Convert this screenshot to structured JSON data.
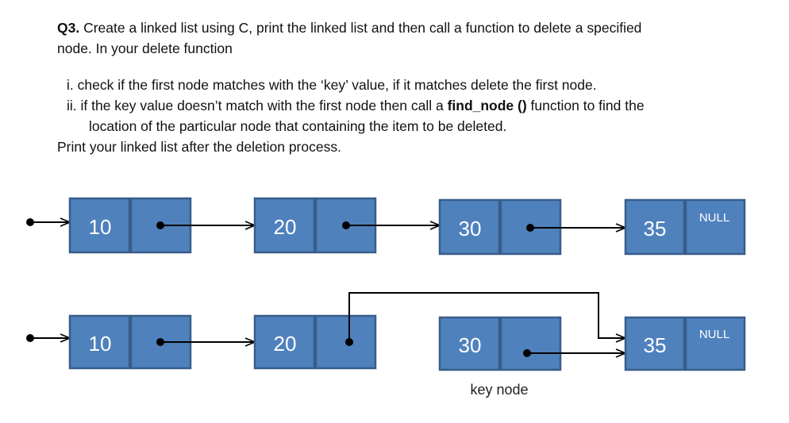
{
  "question": {
    "number": "Q3.",
    "intro_line1": "Create a linked list using C, print the linked list and then call a function to delete a specified",
    "intro_line2": "node. In your delete function",
    "step_i": "i. check if the first node matches with the ‘key’ value, if it matches delete the first node.",
    "step_ii_prefix": "ii. if the key value doesn’t match with the first node then call a ",
    "step_ii_func": "find_node ()",
    "step_ii_suffix": " function to find the",
    "step_ii_line2": "location of the particular node that containing the item to be deleted.",
    "closing": "Print your linked list after the deletion process."
  },
  "diagram": {
    "colors": {
      "node_fill": "#4f81bd",
      "node_border": "#385d8a",
      "arrow": "#000000"
    },
    "list_before": [
      {
        "value": "10",
        "next": ""
      },
      {
        "value": "20",
        "next": ""
      },
      {
        "value": "30",
        "next": ""
      },
      {
        "value": "35",
        "next": "NULL"
      }
    ],
    "list_after": [
      {
        "value": "10",
        "next": ""
      },
      {
        "value": "20",
        "next": ""
      },
      {
        "value": "30",
        "next": ""
      },
      {
        "value": "35",
        "next": "NULL"
      }
    ],
    "key_node_label": "key node"
  }
}
